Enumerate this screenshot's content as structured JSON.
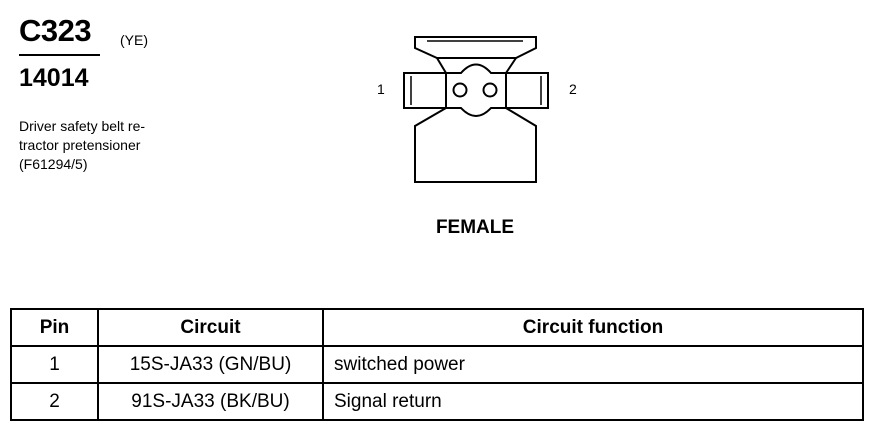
{
  "header": {
    "connector_id": "C323",
    "color_code": "(YE)",
    "part_number": "14014",
    "description_lines": [
      "Driver safety belt re-",
      "tractor pretensioner",
      "(F61294/5)"
    ]
  },
  "connector_view": {
    "pin_labels": [
      "1",
      "2"
    ],
    "gender": "FEMALE"
  },
  "pin_table": {
    "columns": [
      "Pin",
      "Circuit",
      "Circuit function"
    ],
    "rows": [
      {
        "pin": "1",
        "circuit": "15S-JA33 (GN/BU)",
        "function": "switched power"
      },
      {
        "pin": "2",
        "circuit": "91S-JA33 (BK/BU)",
        "function": "Signal return"
      }
    ]
  }
}
